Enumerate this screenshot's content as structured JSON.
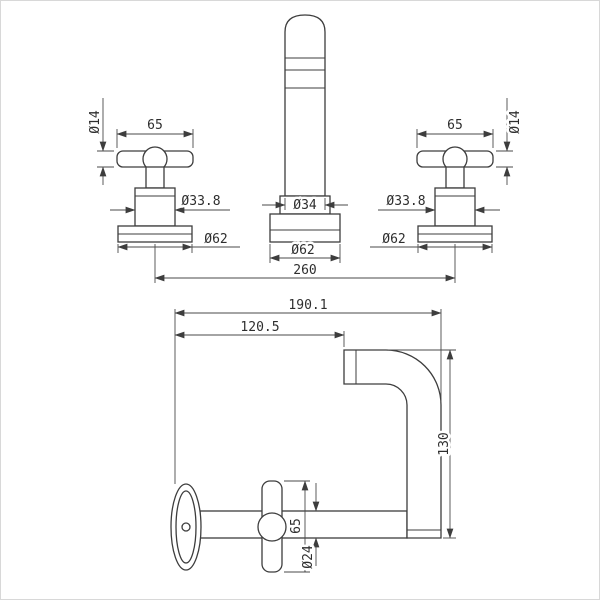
{
  "drawing_title": "three-hole-tapware-dimension-drawing",
  "front_view": {
    "left_handle": {
      "width": "65",
      "handle_dia": "Ø14",
      "body_dia": "Ø33.8",
      "flange_dia": "Ø62"
    },
    "spout": {
      "dia": "Ø34",
      "flange_dia": "Ø62"
    },
    "right_handle": {
      "width": "65",
      "handle_dia": "Ø14",
      "body_dia": "Ø33.8",
      "flange_dia": "Ø62"
    },
    "centres": "260"
  },
  "side_view": {
    "reach_total": "190.1",
    "reach_outlet": "120.5",
    "height": "130",
    "handle_length": "65",
    "spout_dia": "Ø24"
  },
  "colors": {
    "line": "#3d3d3d",
    "dimension": "#4a4a4a",
    "background": "#ffffff"
  }
}
